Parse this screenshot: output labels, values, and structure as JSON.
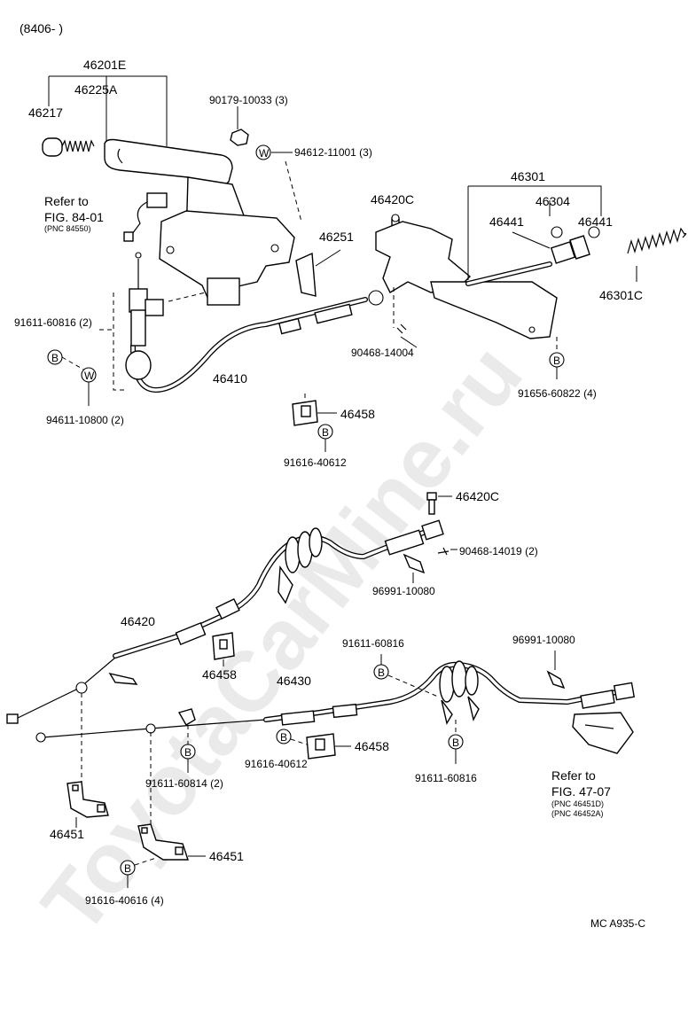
{
  "header_code": "(8406-      )",
  "watermark": "ToyotaCarMine.ru",
  "footer_code": "MC  A935-C",
  "labels": {
    "p46201E": "46201E",
    "p46225A": "46225A",
    "p46217": "46217",
    "p90179": "90179-10033 (3)",
    "p94612": "94612-11001 (3)",
    "refer_to_a": "Refer to",
    "fig_84": "FIG. 84-01",
    "pnc_84550": "(PNC  84550)",
    "p46251": "46251",
    "p46420C_top": "46420C",
    "p46301": "46301",
    "p46304": "46304",
    "p46441_left": "46441",
    "p46441_right": "46441",
    "p46301C": "46301C",
    "p91611_60816_2": "91611-60816 (2)",
    "p94611": "94611-10800 (2)",
    "p46410": "46410",
    "p90468_14004": "90468-14004",
    "p91656": "91656-60822 (4)",
    "p46458_top": "46458",
    "p91616_40612_top": "91616-40612",
    "p46420C_mid": "46420C",
    "p90468_14019": "90468-14019 (2)",
    "p96991_a": "96991-10080",
    "p46420": "46420",
    "p46458_mid": "46458",
    "p91611_60816_a": "91611-60816",
    "p96991_b": "96991-10080",
    "p46430": "46430",
    "p91616_40612_mid": "91616-40612",
    "p46458_low": "46458",
    "p91611_60814": "91611-60814 (2)",
    "p91611_60816_b": "91611-60816",
    "refer_to_b": "Refer to",
    "fig_47": "FIG. 47-07",
    "pnc_46451D": "(PNC 46451D)",
    "pnc_46452A": "(PNC 46452A)",
    "p46451_a": "46451",
    "p46451_b": "46451",
    "p91616_40616": "91616-40616 (4)"
  },
  "markers": {
    "b": "B",
    "w": "W"
  }
}
